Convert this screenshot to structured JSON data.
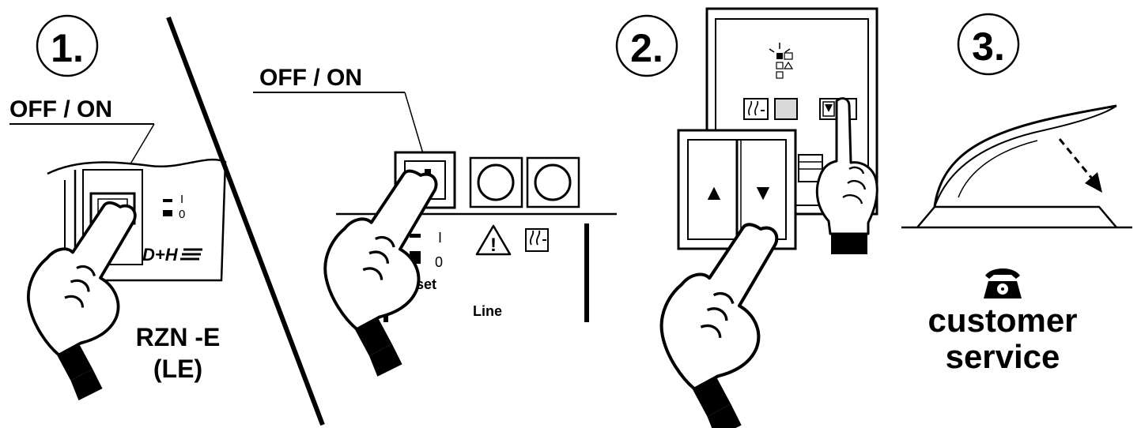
{
  "colors": {
    "ink": "#000000",
    "paper": "#ffffff",
    "grey_tile": "#d9d9d9"
  },
  "steps": [
    {
      "number": "1."
    },
    {
      "number": "2."
    },
    {
      "number": "3."
    }
  ],
  "panel1": {
    "callout": "OFF / ON",
    "switch_on_symbol": "I",
    "switch_off_symbol": "0",
    "brand": "D+H",
    "device_name": "RZN -E",
    "device_variant": "(LE)"
  },
  "panel1b": {
    "callout": "OFF / ON",
    "switch_on_symbol": "I",
    "switch_off_symbol": "0",
    "reset_label": "Reset",
    "line_label": "Line",
    "warning_symbol": "!"
  },
  "panel2": {
    "up_arrow": "▲",
    "down_arrow": "▼"
  },
  "panel3": {
    "service_line1": "customer",
    "service_line2": "service"
  },
  "icons": [
    "circled-number-1-icon",
    "circled-number-2-icon",
    "circled-number-3-icon",
    "pointing-hand-icon",
    "warning-triangle-icon",
    "smoke-detector-icon",
    "telephone-icon",
    "arrow-down-icon",
    "rooflight-icon"
  ]
}
